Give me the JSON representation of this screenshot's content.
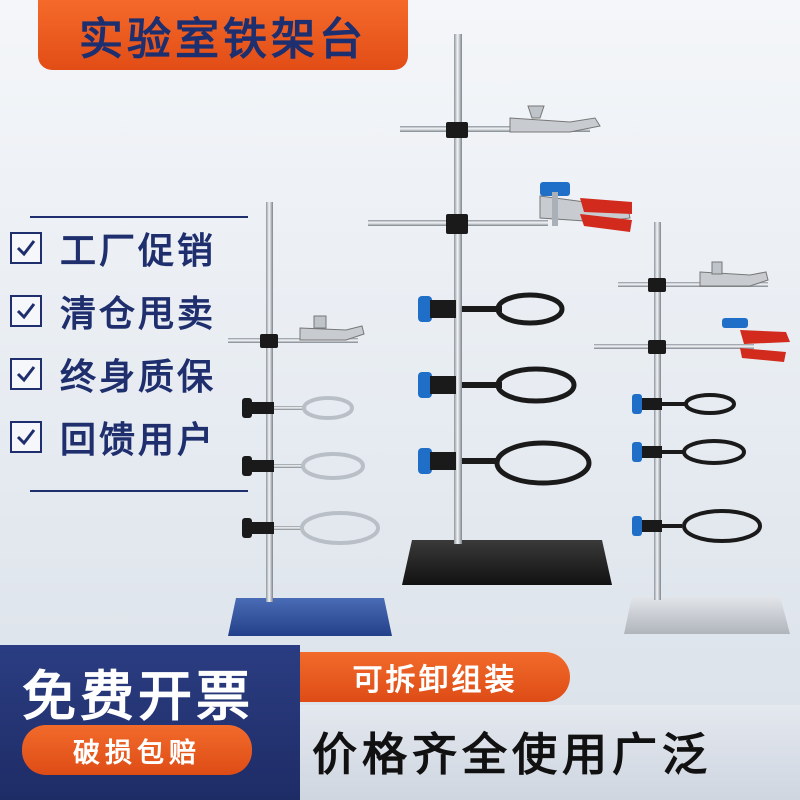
{
  "title": "实验室铁架台",
  "features": [
    "工厂促销",
    "清仓甩卖",
    "终身质保",
    "回馈用户"
  ],
  "bottom": {
    "invoice": "免费开票",
    "broken": "破损包赔",
    "detachable": "可拆卸组装",
    "price": "价格齐全使用广泛"
  },
  "colors": {
    "brand_orange": "#e8561d",
    "navy": "#1f2f6e",
    "base_blue": "#2f4f9c",
    "base_black": "#1b1b1b",
    "base_silver": "#c9cdd2",
    "clamp_red": "#d22a1c",
    "knob_blue": "#1f6fc9"
  },
  "icons": [
    "checkbox-icon"
  ]
}
